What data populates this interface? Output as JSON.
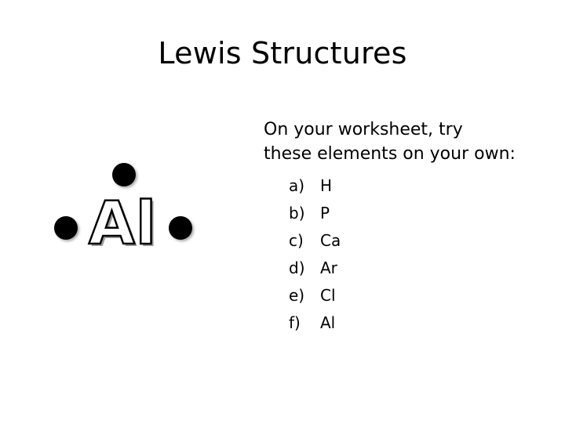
{
  "slide": {
    "title": "Lewis Structures",
    "diagram": {
      "symbol": "Al",
      "dot_icon": "electron-dot"
    },
    "prompt_lines": [
      "On  your worksheet, try",
      "these elements on your own:"
    ],
    "items": [
      {
        "letter": "a)",
        "element": "H"
      },
      {
        "letter": "b)",
        "element": "P"
      },
      {
        "letter": "c)",
        "element": "Ca"
      },
      {
        "letter": "d)",
        "element": "Ar"
      },
      {
        "letter": "e)",
        "element": "Cl"
      },
      {
        "letter": "f)",
        "element": "Al"
      }
    ]
  }
}
